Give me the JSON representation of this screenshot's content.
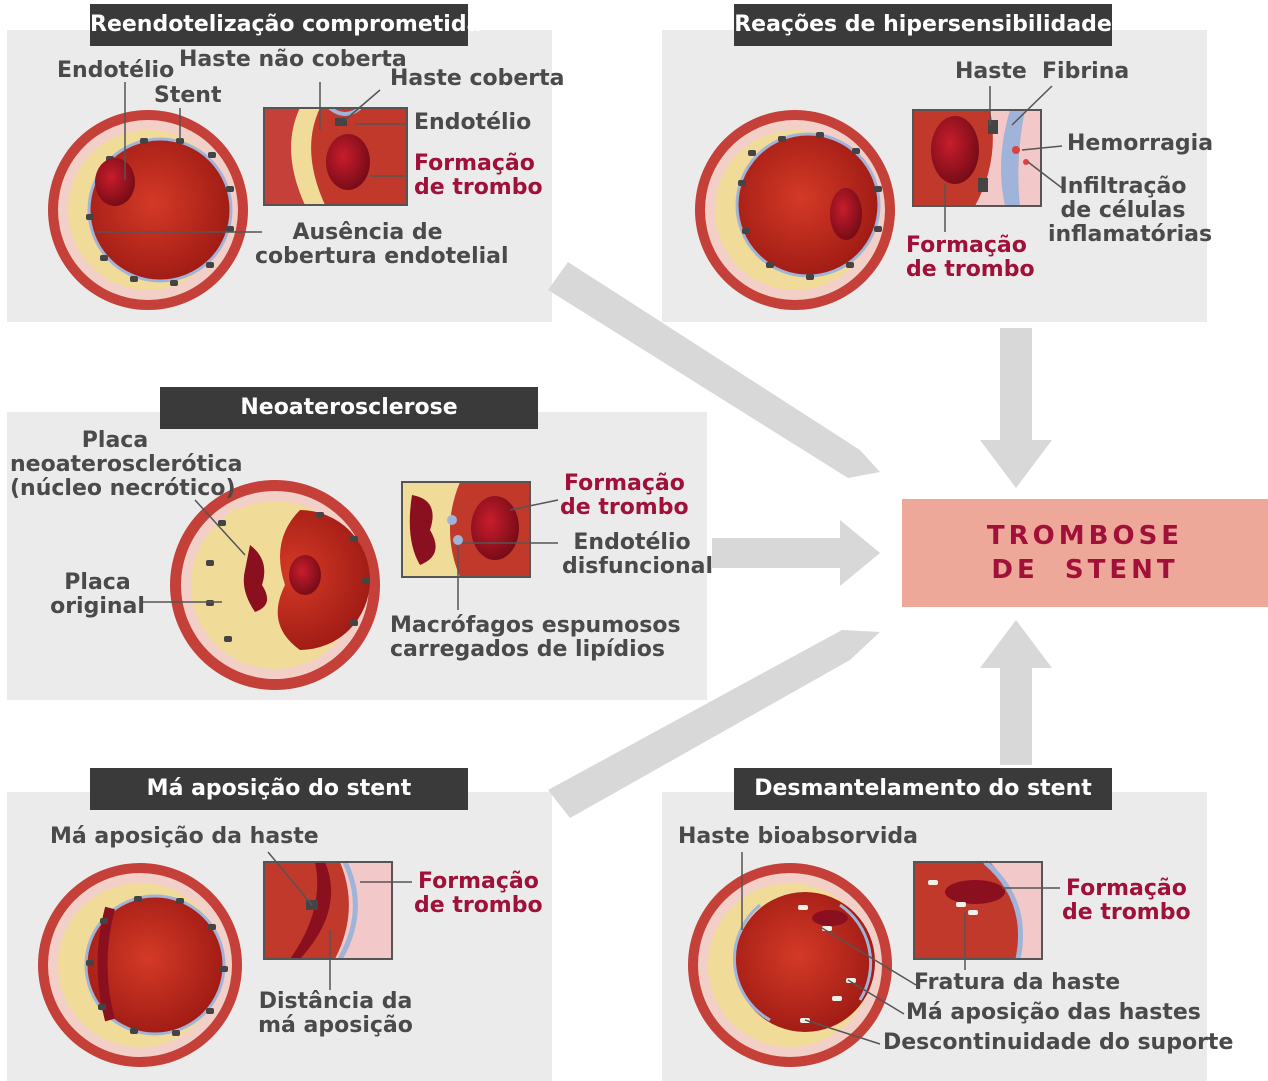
{
  "result": {
    "line1": "TROMBOSE",
    "line2": "DE  STENT"
  },
  "panels": {
    "reendo": {
      "title": "Reendotelização comprometida",
      "endotelio": "Endotélio",
      "haste_nao_coberta": "Haste não coberta",
      "stent": "Stent",
      "haste_coberta": "Haste coberta",
      "endotelio2": "Endotélio",
      "formacao1": "Formação",
      "formacao2": "de trombo",
      "ausencia1": "Ausência de",
      "ausencia2": "cobertura endotelial"
    },
    "hiper": {
      "title": "Reações de hipersensibilidade",
      "haste": "Haste",
      "fibrina": "Fibrina",
      "hemorragia": "Hemorragia",
      "infiltracao1": "Infiltração",
      "infiltracao2": "de células",
      "infiltracao3": "inflamatórias",
      "formacao1": "Formação",
      "formacao2": "de trombo"
    },
    "neo": {
      "title": "Neoaterosclerose",
      "placa_neo1": "Placa",
      "placa_neo2": "neoaterosclerótica",
      "placa_neo3": "(núcleo necrótico)",
      "placa_orig1": "Placa",
      "placa_orig2": "original",
      "formacao1": "Formação",
      "formacao2": "de trombo",
      "endotelio1": "Endotélio",
      "endotelio2": "disfuncional",
      "macro1": "Macrófagos espumosos",
      "macro2": "carregados de lipídios"
    },
    "ma": {
      "title": "Má aposição do stent",
      "ma_haste": "Má aposição da haste",
      "formacao1": "Formação",
      "formacao2": "de trombo",
      "dist1": "Distância da",
      "dist2": "má aposição"
    },
    "desm": {
      "title": "Desmantelamento do stent",
      "bio": "Haste bioabsorvida",
      "formacao1": "Formação",
      "formacao2": "de trombo",
      "fratura": "Fratura da haste",
      "ma_hastes": "Má aposição das hastes",
      "descont": "Descontinuidade do suporte"
    }
  },
  "colors": {
    "panel_bg": "#ebebeb",
    "header_bg": "#3a3a3a",
    "label": "#4a4a4a",
    "accent_red": "#a01038",
    "result_bg": "#eea89a",
    "arrow": "#d8d8d8"
  }
}
